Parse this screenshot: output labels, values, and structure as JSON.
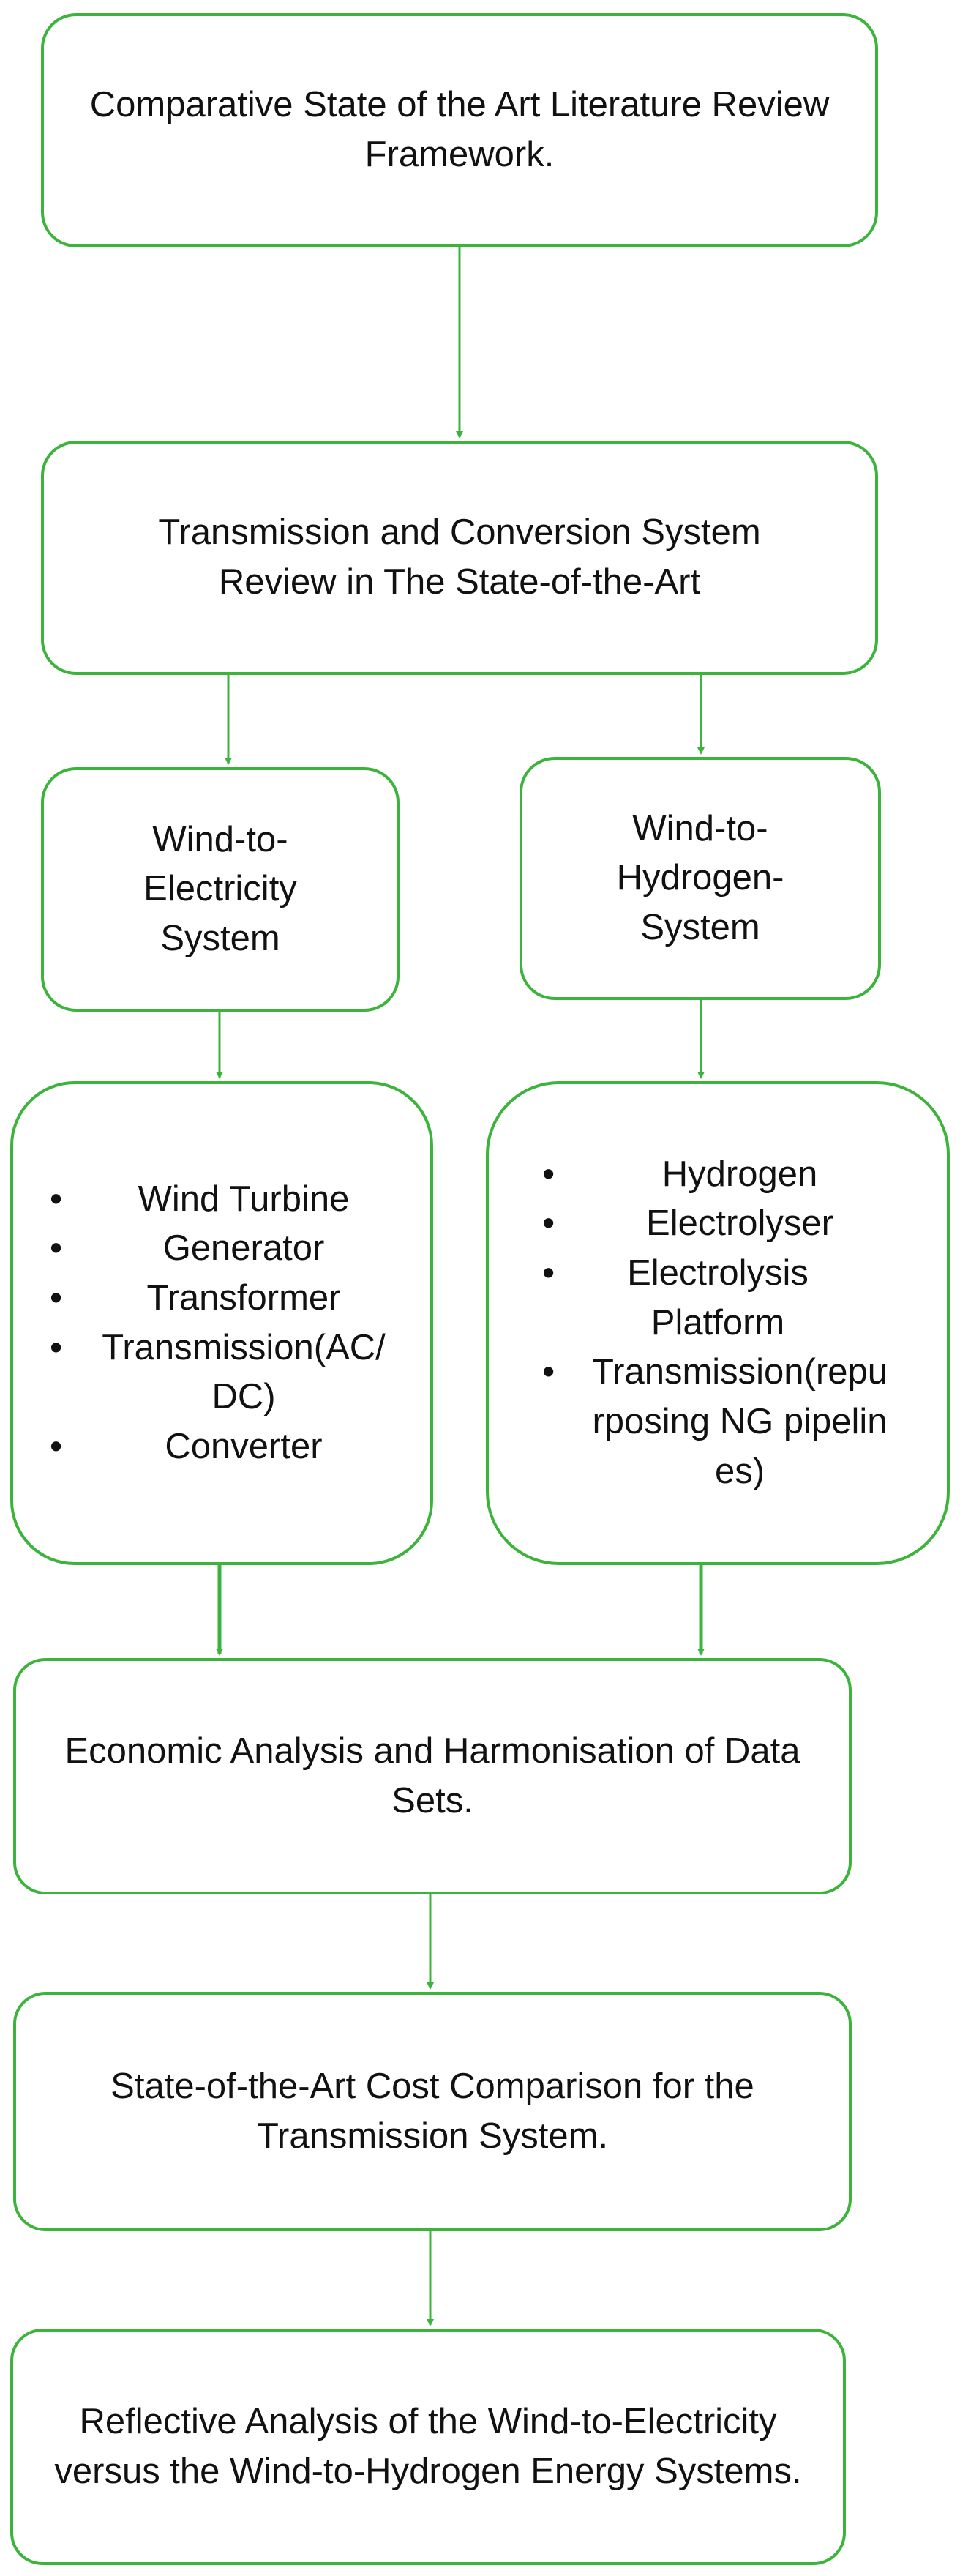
{
  "colors": {
    "border": "#3cb43c",
    "arrow": "#3cb43c",
    "background": "#ffffff",
    "text": "#111111"
  },
  "boxes": {
    "framework": "Comparative State of the Art Literature Review Framework.",
    "review": "Transmission and Conversion System Review in The State-of-the-Art",
    "wind_electricity": "Wind-to-Electricity System",
    "wind_hydrogen": "Wind-to-Hydrogen-System",
    "electricity_components": [
      "Wind Turbine",
      "Generator",
      "Transformer",
      "Transmission(AC/DC)",
      "Converter"
    ],
    "hydrogen_components": [
      "Hydrogen",
      "Electrolyser",
      "Electrolysis Platform",
      "Transmission(repurposing NG pipelines)"
    ],
    "economic": "Economic Analysis and Harmonisation of Data Sets.",
    "cost_comparison": "State-of-the-Art Cost Comparison for the Transmission System.",
    "reflective": "Reflective Analysis of the Wind-to-Electricity versus the Wind-to-Hydrogen Energy Systems."
  }
}
